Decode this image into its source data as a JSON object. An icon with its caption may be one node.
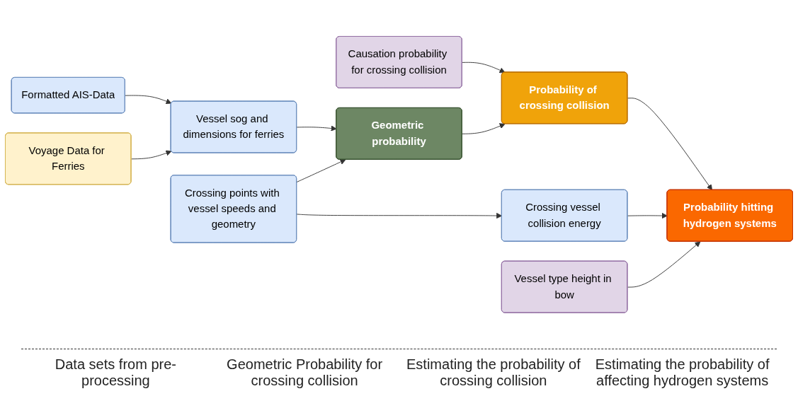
{
  "diagram": {
    "nodes": [
      {
        "text": [
          "Formatted AIS-Data"
        ]
      },
      {
        "text": [
          "Voyage Data for Ferries"
        ]
      },
      {
        "text": [
          "Crossing points with vessel speeds and geometry"
        ]
      },
      {
        "text": [
          "Vessel sog and dimensions for ferries"
        ]
      },
      {
        "text": [
          "Geometric probability"
        ]
      },
      {
        "text": [
          "Causation probability for crossing collision"
        ]
      },
      {
        "text": [
          "Probability of crossing collision"
        ]
      },
      {
        "text": [
          "Crossing vessel collision energy"
        ]
      },
      {
        "text": [
          "Vessel type height in bow"
        ]
      },
      {
        "text": [
          "Probability hitting hydrogen systems"
        ]
      }
    ],
    "edges": [
      {
        "from": 0,
        "to": 3,
        "arrow": "to"
      },
      {
        "from": 1,
        "to": 3,
        "arrow": "to"
      },
      {
        "from": 3,
        "to": 4,
        "arrow": "to"
      },
      {
        "from": 2,
        "to": 4,
        "arrow": "to"
      },
      {
        "from": 2,
        "to": 7,
        "arrow": "to"
      },
      {
        "from": 5,
        "to": 6,
        "arrow": "to"
      },
      {
        "from": 4,
        "to": 6,
        "arrow": "to"
      },
      {
        "from": 6,
        "to": 9,
        "arrow": "to"
      },
      {
        "from": 7,
        "to": 9,
        "arrow": "to"
      },
      {
        "from": 8,
        "to": 9,
        "arrow": "to"
      }
    ],
    "labels": [
      "Data sets from pre-processing",
      "Geometric Probability for crossing collision",
      "Estimating the probability of crossing collision",
      "Estimating the probability of affecting hydrogen systems"
    ]
  }
}
